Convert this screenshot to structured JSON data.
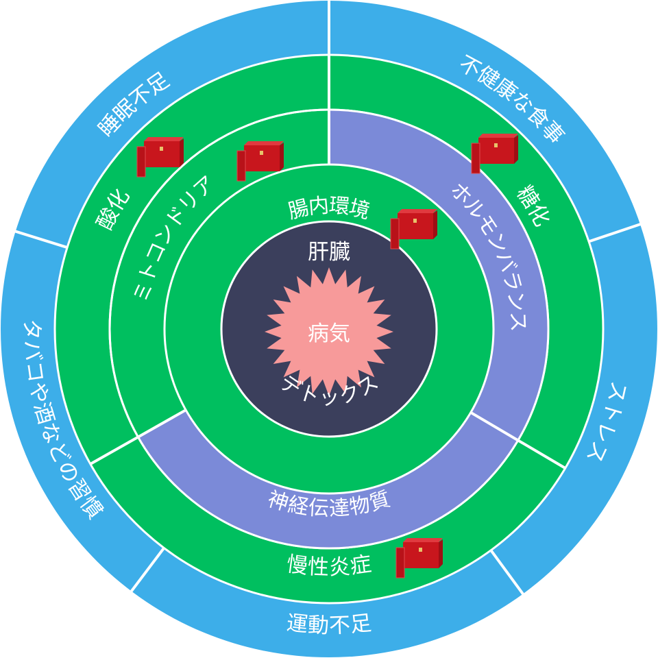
{
  "colors": {
    "outer_ring": "#3daee9",
    "green_ring": "#00bf5f",
    "purple_ring": "#7b8ad8",
    "core": "#3b3f5c",
    "starburst": "#f79a9a",
    "divider": "#ffffff",
    "product": "#c8161d"
  },
  "outer_ring": {
    "labels": [
      "睡眠不足",
      "不健康な食事",
      "ストレス",
      "運動不足",
      "タバコや酒などの習慣"
    ]
  },
  "second_ring": {
    "labels": [
      "酸化",
      "糖化",
      "慢性炎症"
    ]
  },
  "third_ring": {
    "labels": [
      "ミトコンドリア",
      "ホルモンバランス",
      "神経伝達物質"
    ]
  },
  "fourth_ring": {
    "label": "腸内環境"
  },
  "core": {
    "top_label": "肝臓",
    "bottom_label": "デトックス",
    "center_label": "病気"
  },
  "products": {
    "icon": "supplement-box-icon",
    "count": 5
  }
}
